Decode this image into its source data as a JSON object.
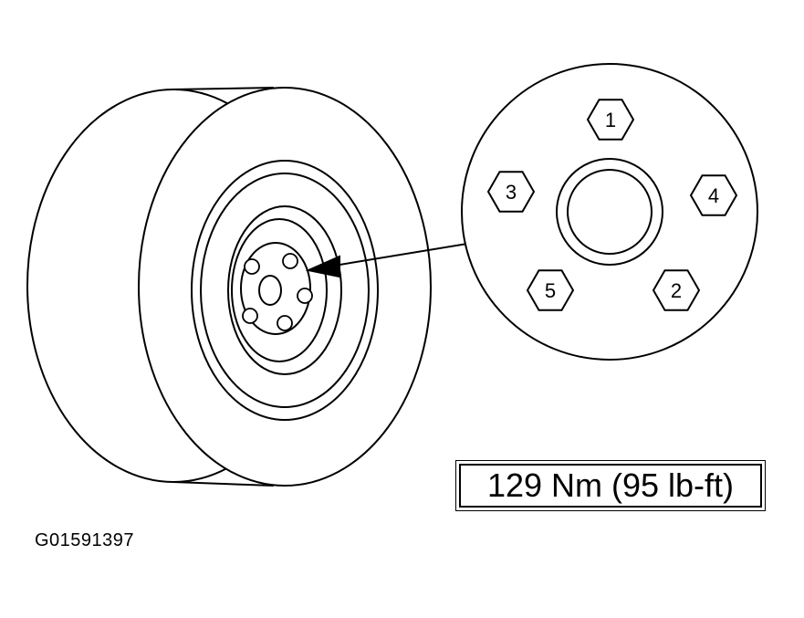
{
  "diagram": {
    "torque_spec": "129 Nm (95 lb-ft)",
    "figure_id": "G01591397",
    "lug_sequence": [
      "1",
      "2",
      "3",
      "4",
      "5"
    ]
  }
}
